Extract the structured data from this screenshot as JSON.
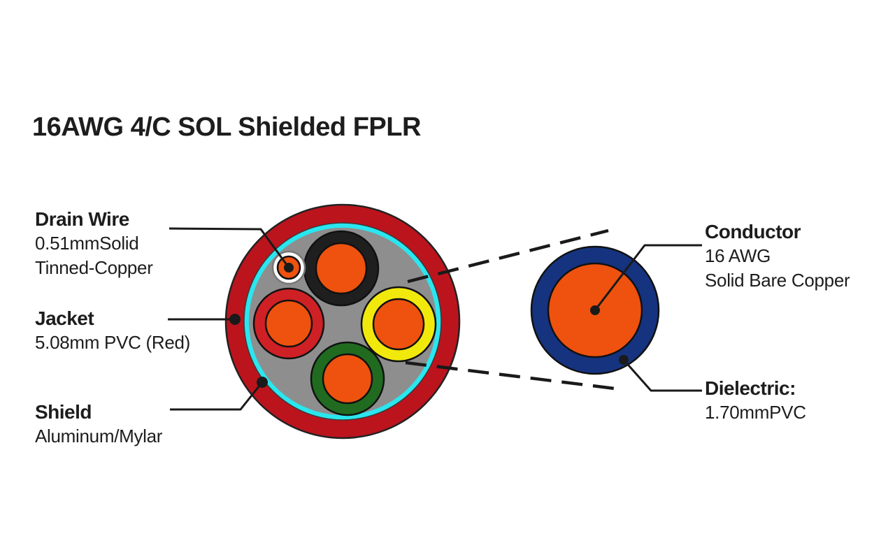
{
  "title": "16AWG 4/C SOL Shielded FPLR",
  "colors": {
    "jacket_red": "#bb141d",
    "shield_cyan": "#2ae6ef",
    "filler_gray": "#8e8e8e",
    "copper_orange": "#ee520e",
    "insulation_black": "#1f1f1f",
    "insulation_red": "#cf2026",
    "insulation_yellow": "#f2e90c",
    "insulation_green": "#216b21",
    "drain_white": "#ffffff",
    "dielectric_blue": "#15337f",
    "line_black": "#1a1a1a"
  },
  "callouts": {
    "drain_wire": {
      "heading": "Drain Wire",
      "line1": "0.51mmSolid",
      "line2": "Tinned-Copper"
    },
    "jacket": {
      "heading": "Jacket",
      "line1": "5.08mm PVC (Red)"
    },
    "shield": {
      "heading": "Shield",
      "line1": "Aluminum/Mylar"
    },
    "conductor": {
      "heading": "Conductor",
      "line1": "16 AWG",
      "line2": "Solid Bare Copper"
    },
    "dielectric": {
      "heading": "Dielectric:",
      "line1": "1.70mmPVC"
    }
  }
}
